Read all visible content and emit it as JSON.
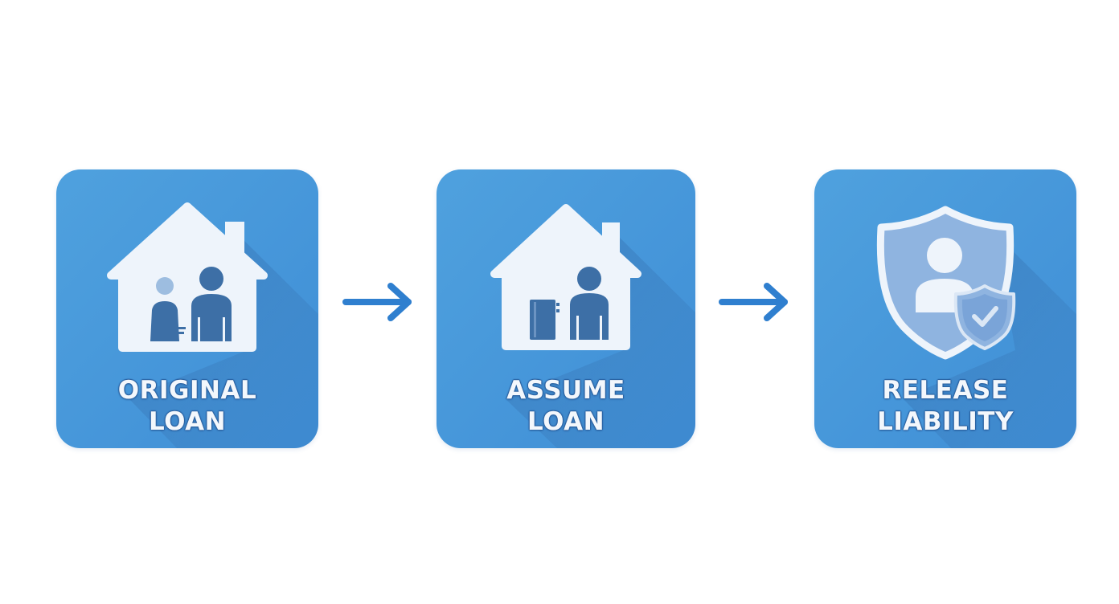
{
  "steps": [
    {
      "label_line1": "ORIGINAL",
      "label_line2": "LOAN"
    },
    {
      "label_line1": "ASSUME",
      "label_line2": "LOAN"
    },
    {
      "label_line1": "RELEASE",
      "label_line2": "LIABILITY"
    }
  ],
  "icons": {
    "step1": "house-with-two-people-icon",
    "step2": "house-with-person-and-box-icon",
    "step3": "shield-with-person-and-check-icon",
    "connector": "right-arrow-icon"
  },
  "colors": {
    "card_blue": "#4a9ad9",
    "card_shadow": "#3d7fbe",
    "icon_white": "#eef4fb",
    "figure_blue": "#3d6fa6",
    "arrow_blue": "#2f7fcf"
  }
}
